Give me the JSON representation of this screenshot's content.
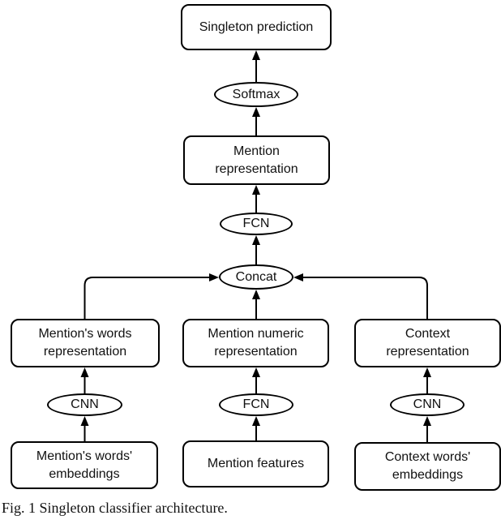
{
  "diagram": {
    "caption": "Fig. 1 Singleton classifier architecture.",
    "background_color": "#ffffff",
    "line_color": "#000000",
    "text_color": "#111111",
    "nodes": {
      "singleton_prediction": "Singleton prediction",
      "softmax": "Softmax",
      "mention_representation": "Mention representation",
      "fcn_top": "FCN",
      "concat": "Concat",
      "mentions_words_representation": "Mention's words representation",
      "mention_numeric_representation": "Mention numeric representation",
      "context_representation": "Context representation",
      "cnn_left": "CNN",
      "fcn_bottom": "FCN",
      "cnn_right": "CNN",
      "mentions_words_embeddings": "Mention's words' embeddings",
      "mention_features": "Mention features",
      "context_words_embeddings": "Context words' embeddings"
    },
    "edges": [
      {
        "from": "softmax",
        "to": "singleton_prediction"
      },
      {
        "from": "mention_representation",
        "to": "softmax"
      },
      {
        "from": "fcn_top",
        "to": "mention_representation"
      },
      {
        "from": "concat",
        "to": "fcn_top"
      },
      {
        "from": "mentions_words_representation",
        "to": "concat"
      },
      {
        "from": "mention_numeric_representation",
        "to": "concat"
      },
      {
        "from": "context_representation",
        "to": "concat"
      },
      {
        "from": "cnn_left",
        "to": "mentions_words_representation"
      },
      {
        "from": "fcn_bottom",
        "to": "mention_numeric_representation"
      },
      {
        "from": "cnn_right",
        "to": "context_representation"
      },
      {
        "from": "mentions_words_embeddings",
        "to": "cnn_left"
      },
      {
        "from": "mention_features",
        "to": "fcn_bottom"
      },
      {
        "from": "context_words_embeddings",
        "to": "cnn_right"
      }
    ]
  }
}
